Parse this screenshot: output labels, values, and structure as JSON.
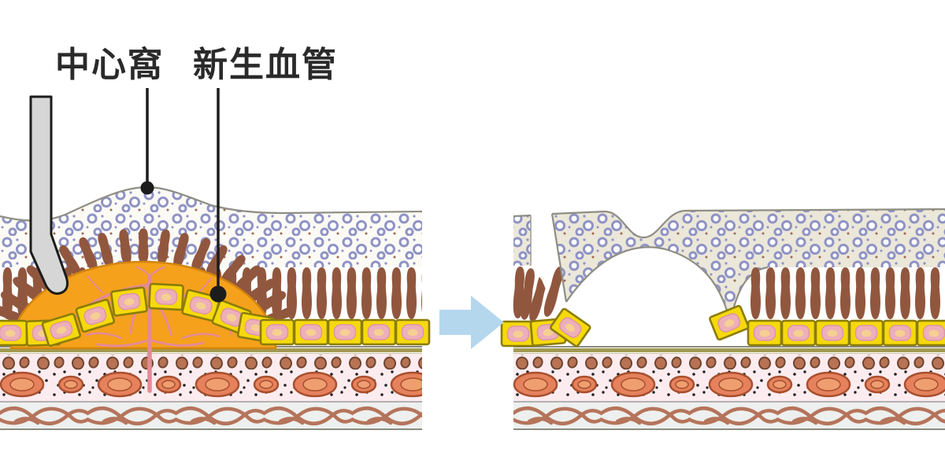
{
  "labels": {
    "fovea": "中心窩",
    "neovascular": "新生血管"
  },
  "colors": {
    "membrane_orange": "#f5a11c",
    "vessel_pink": "#e58a96",
    "rpe_yellow": "#f5d90c",
    "photoreceptor_brown": "#91573e",
    "nuclei_blue": "#8f93c4",
    "flap_beige": "#ebe7d9",
    "choroid_pink": "#fdecef",
    "sclera_fiber": "#b5745b",
    "arrow_blue": "#b4d7ee",
    "instrument_gray": "#d6d6d6"
  },
  "icons": {
    "transition_arrow": "right-block-arrow",
    "instrument": "surgical-probe"
  }
}
